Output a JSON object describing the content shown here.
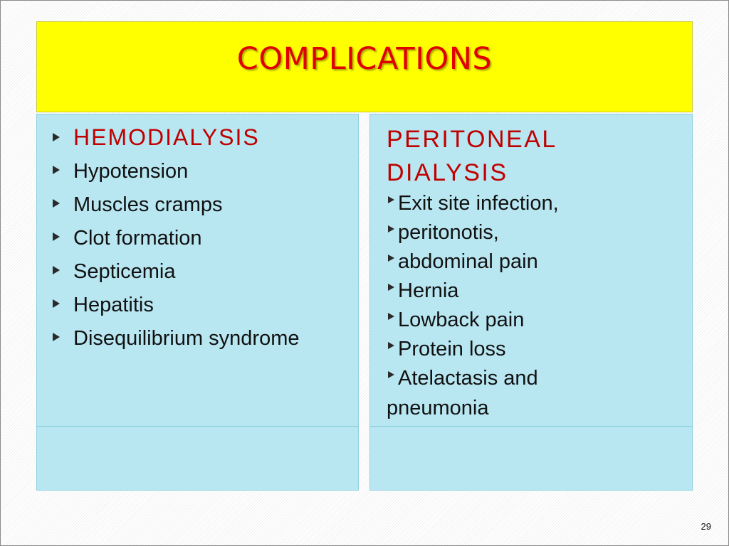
{
  "slide": {
    "title": "COMPLICATIONS",
    "number": "29"
  },
  "left_column": {
    "items": [
      {
        "text": "HEMODIALYSIS",
        "heading": true
      },
      {
        "text": "Hypotension"
      },
      {
        "text": "Muscles cramps"
      },
      {
        "text": "Clot formation"
      },
      {
        "text": "Septicemia"
      },
      {
        "text": "Hepatitis"
      },
      {
        "text": "Disequilibrium syndrome"
      }
    ]
  },
  "right_column": {
    "heading_line1": "PERITONEAL",
    "heading_line2": "DIALYSIS",
    "items": [
      {
        "text": "Exit site infection,"
      },
      {
        "text": "peritonotis,"
      },
      {
        "text": "abdominal pain"
      },
      {
        "text": "Hernia"
      },
      {
        "text": "Lowback pain"
      },
      {
        "text": "Protein loss"
      },
      {
        "text": "Atelactasis and"
      }
    ],
    "continuation": "pneumonia"
  },
  "colors": {
    "title_background": "#ffff00",
    "title_text": "#e00000",
    "column_background": "#b8e7f2",
    "heading_text": "#c00000",
    "body_text": "#111111"
  },
  "icons": {
    "bullet": "right-triangle-bullet-icon"
  }
}
